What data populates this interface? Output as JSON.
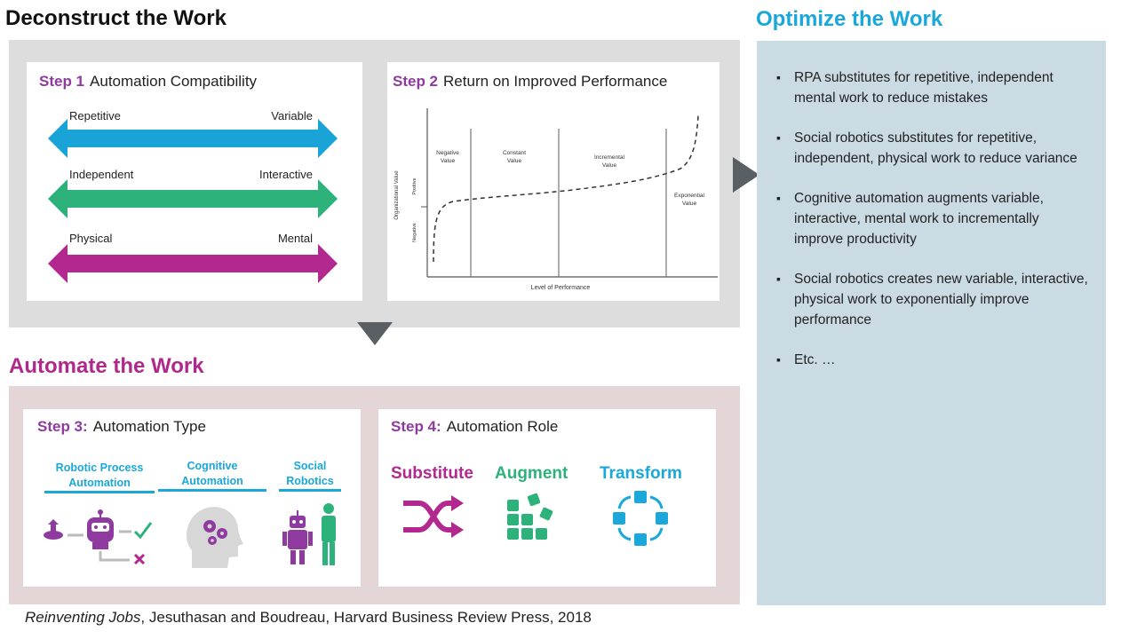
{
  "titles": {
    "deconstruct": "Deconstruct the Work",
    "optimize": "Optimize the Work",
    "automate": "Automate the Work"
  },
  "step1": {
    "num": "Step 1",
    "title": "Automation Compatibility",
    "arrows": [
      {
        "left": "Repetitive",
        "right": "Variable",
        "color": "#1aa3d6"
      },
      {
        "left": "Independent",
        "right": "Interactive",
        "color": "#2db27c"
      },
      {
        "left": "Physical",
        "right": "Mental",
        "color": "#b3288f"
      }
    ]
  },
  "step2": {
    "num": "Step 2",
    "title": "Return on Improved Performance",
    "chart": {
      "ylabel": "Organizational Value",
      "y_top": "Positive",
      "y_bottom": "Negative",
      "xlabel": "Level of Performance",
      "regions": [
        {
          "line1": "Negative",
          "line2": "Value"
        },
        {
          "line1": "Constant",
          "line2": "Value"
        },
        {
          "line1": "Incremental",
          "line2": "Value"
        },
        {
          "line1": "Exponential",
          "line2": "Value"
        }
      ]
    }
  },
  "step3": {
    "num": "Step 3:",
    "title": "Automation Type",
    "types": [
      {
        "line1": "Robotic Process",
        "line2": "Automation"
      },
      {
        "line1": "Cognitive",
        "line2": "Automation"
      },
      {
        "line1": "Social",
        "line2": "Robotics"
      }
    ],
    "icons": [
      "process-icon",
      "brain-gears-icon",
      "robot-human-icon"
    ]
  },
  "step4": {
    "num": "Step 4:",
    "title": "Automation Role",
    "roles": [
      {
        "label": "Substitute",
        "color": "#b3288f",
        "icon": "shuffle-icon"
      },
      {
        "label": "Augment",
        "color": "#2db27c",
        "icon": "blocks-icon"
      },
      {
        "label": "Transform",
        "color": "#1aa7d9",
        "icon": "cycle-squares-icon"
      }
    ]
  },
  "optimize_bullets": [
    "RPA substitutes for repetitive, independent mental work to reduce mistakes",
    "Social robotics substitutes for repetitive, independent, physical work to reduce variance",
    "Cognitive automation augments variable, interactive, mental work to incrementally improve productivity",
    "Social robotics creates new variable, interactive, physical work to exponentially improve performance",
    "Etc. …"
  ],
  "citation": {
    "italic": "Reinventing Jobs",
    "rest": ", Jesuthasan and Boudreau, Harvard Business Review Press, 2018"
  },
  "colors": {
    "purple": "#8e3a9f",
    "magenta": "#b3288f",
    "green": "#2db27c",
    "blue": "#1aa7d9",
    "gray_panel": "#dcdddc",
    "pink_panel": "#e4d5d6",
    "blue_panel": "#cadbe4"
  }
}
